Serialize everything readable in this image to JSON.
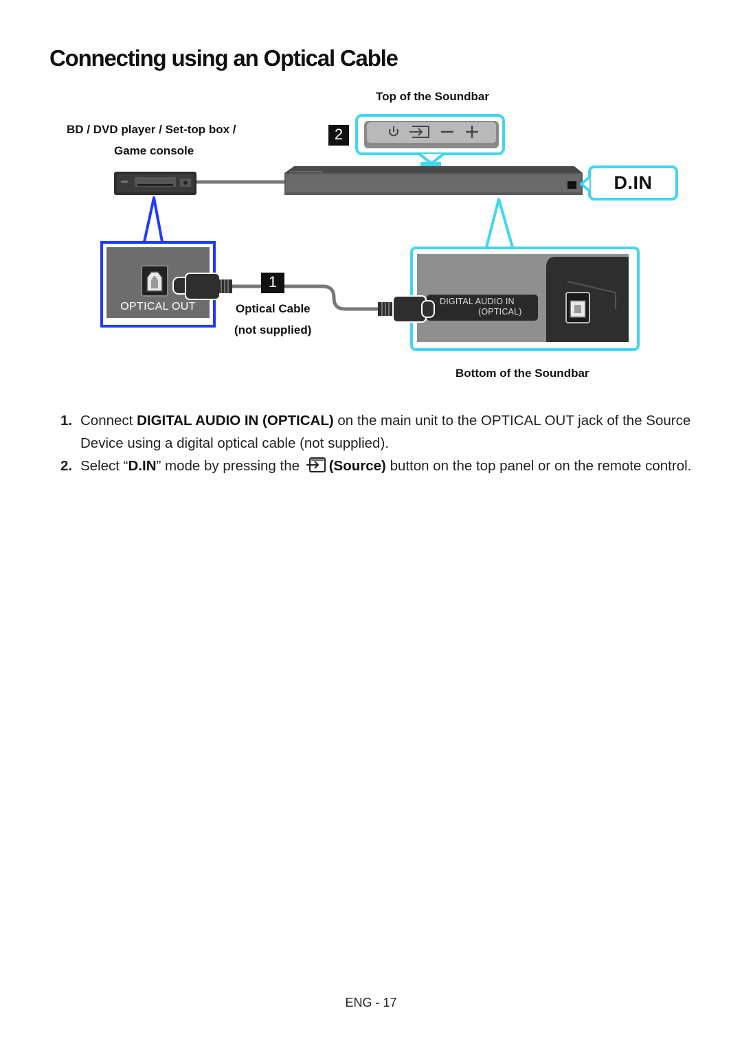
{
  "page": {
    "title": "Connecting using an Optical Cable",
    "footer": "ENG - 17"
  },
  "diagram": {
    "label_top_soundbar": "Top of the Soundbar",
    "label_source_device_line1": "BD / DVD player / Set-top box /",
    "label_source_device_line2": "Game console",
    "label_optical_out": "OPTICAL OUT",
    "label_cable_line1": "Optical Cable",
    "label_cable_line2": "(not supplied)",
    "label_digital_in_line1": "DIGITAL AUDIO IN",
    "label_digital_in_line2": "(OPTICAL)",
    "label_bottom_soundbar": "Bottom of the Soundbar",
    "mode_display": "D.IN",
    "callout_1": "1",
    "callout_2": "2",
    "colors": {
      "highlight_blue": "#1e3cff",
      "highlight_cyan": "#3fd6f5",
      "device_dark": "#2e2e2e",
      "panel_gray": "#6d6d6d"
    }
  },
  "steps": [
    {
      "number": "1.",
      "pre": "Connect ",
      "bold": "DIGITAL AUDIO IN (OPTICAL)",
      "post": " on the main unit to the OPTICAL OUT jack of the Source Device using a digital optical cable (not supplied)."
    },
    {
      "number": "2.",
      "pre": "Select “",
      "bold_mode": "D.IN",
      "mid": "” mode by pressing the ",
      "icon": "source-icon",
      "bold": "(Source)",
      "post": " button on the top panel or on the remote control."
    }
  ]
}
